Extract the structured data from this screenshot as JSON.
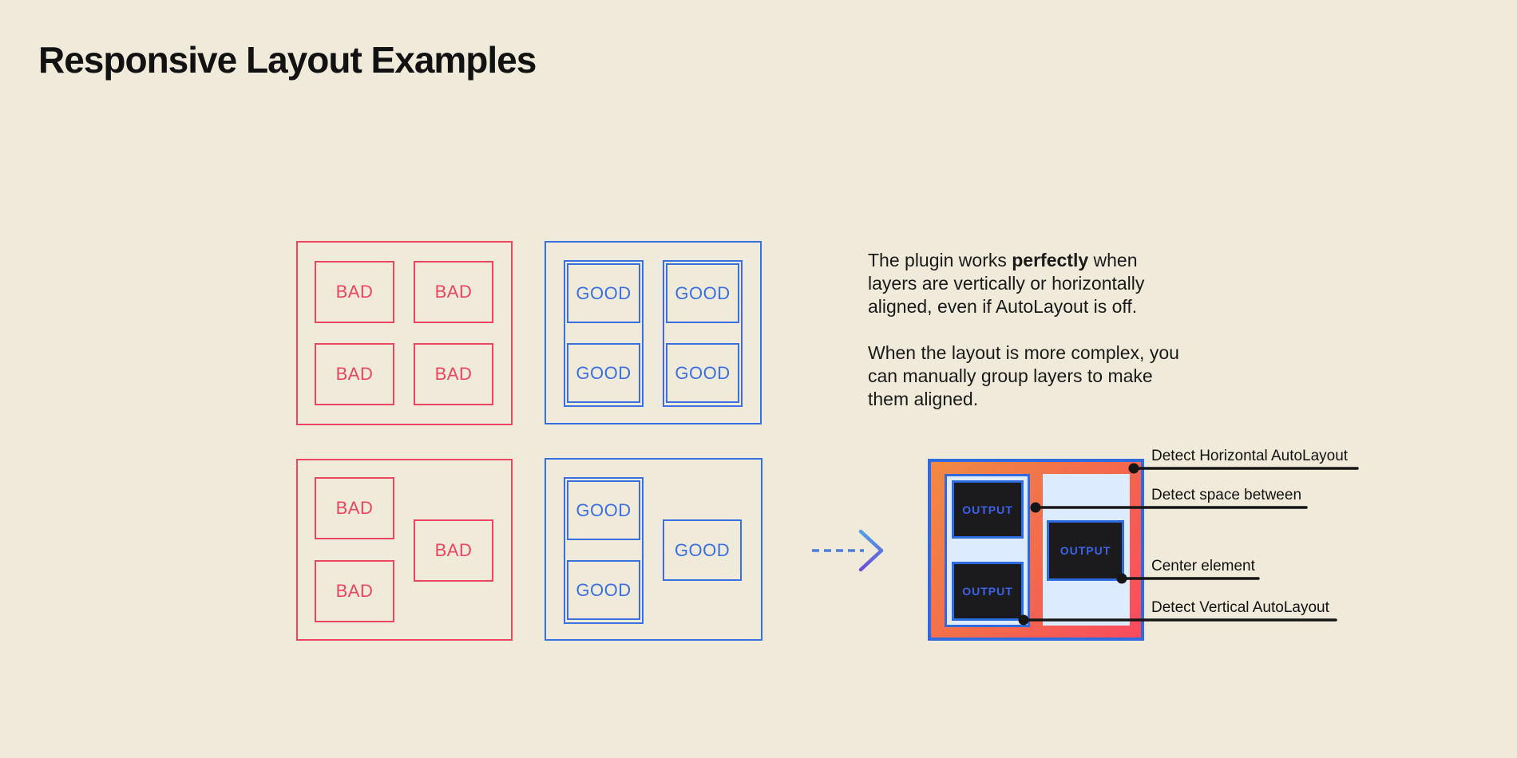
{
  "page": {
    "title": "Responsive Layout Examples",
    "background_color": "#F0EADB"
  },
  "colors": {
    "bad_red": "#EF4460",
    "good_blue": "#3A6FE0",
    "text_dark": "#1A1A1A",
    "panel_light_blue": "#DCEBFD",
    "output_box_dark": "#1B1B1E",
    "output_text_blue": "#3C63E8",
    "output_gradient_start": "#F08A44",
    "output_gradient_end": "#FA4A5F",
    "annotation_black": "#161616",
    "arrow_blue": "#4D7FD8",
    "arrow_purple": "#6B4FD8"
  },
  "labels": {
    "bad": "BAD",
    "good": "GOOD",
    "output": "OUTPUT"
  },
  "description": {
    "line1_before": "The plugin works ",
    "line1_bold": "perfectly",
    "line1_after": " when",
    "line2": "layers are vertically or horizontally",
    "line3": "aligned, even if AutoLayout is off.",
    "line4": "When the layout is more complex, you",
    "line5": "can manually group layers to make",
    "line6": "them aligned."
  },
  "annotations": [
    {
      "label": "Detect Horizontal AutoLayout"
    },
    {
      "label": "Detect space between"
    },
    {
      "label": "Center element"
    },
    {
      "label": "Detect Vertical AutoLayout"
    }
  ]
}
